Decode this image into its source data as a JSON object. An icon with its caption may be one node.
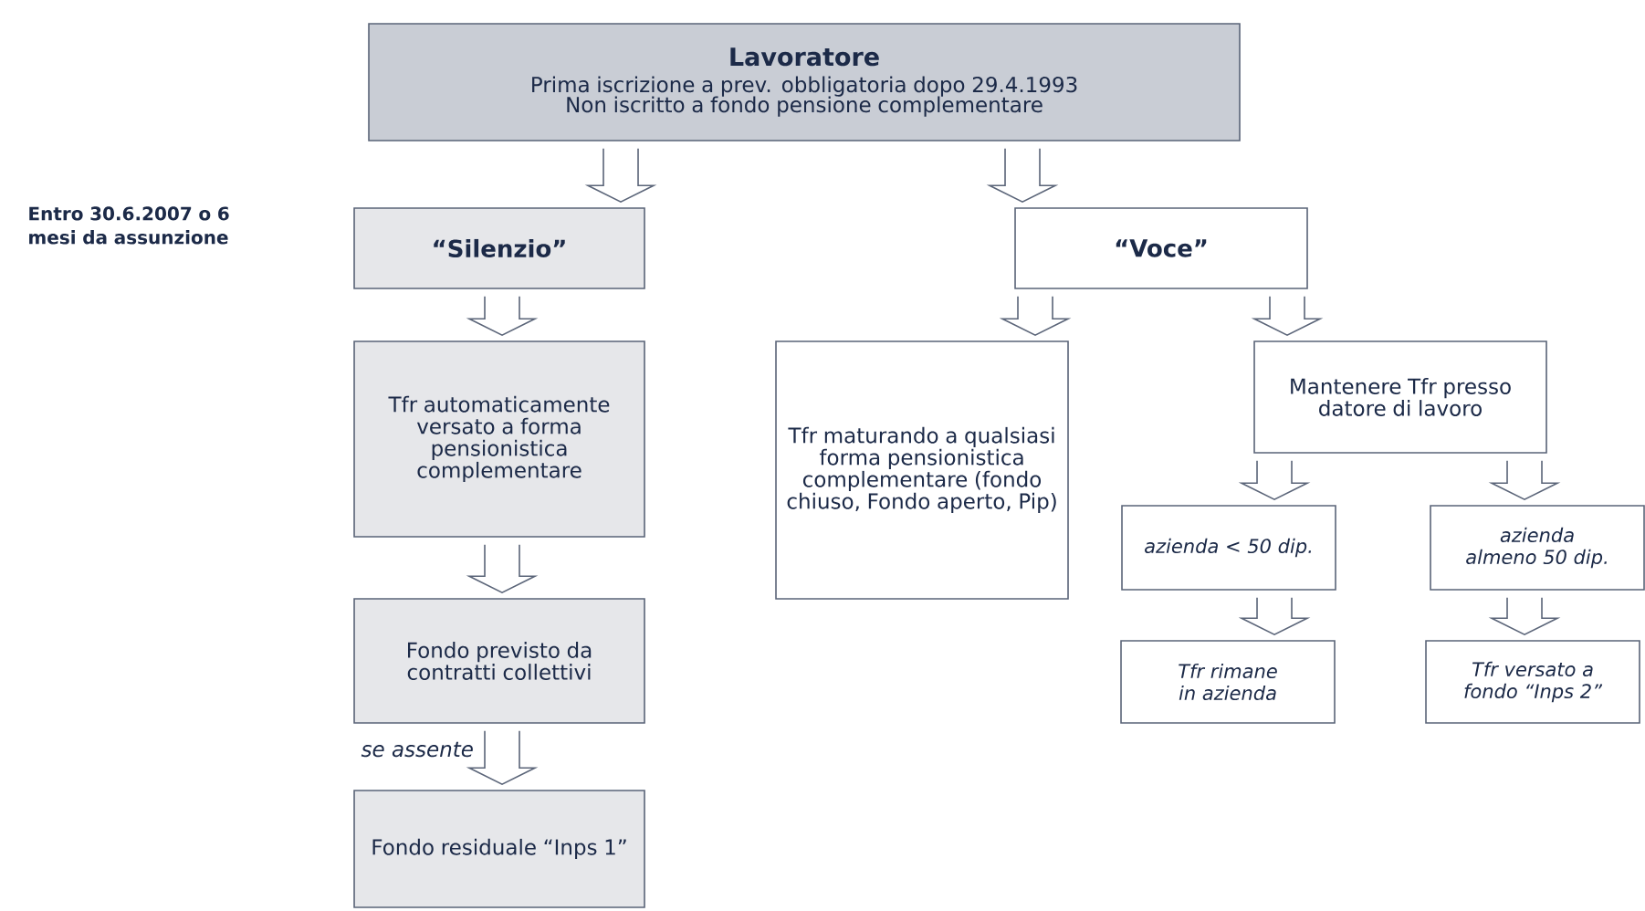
{
  "diagram": {
    "nodes": [
      {
        "text": [
          "Lavoratore",
          "Prima iscrizione a prev. obbligatoria dopo 29.4.1993",
          "Non iscritto a fondo pensione complementare"
        ]
      },
      {
        "text": [
          "“Silenzio”"
        ]
      },
      {
        "text": [
          "“Voce”"
        ]
      },
      {
        "text": [
          "Tfr automaticamente versato a forma pensionistica complementare"
        ]
      },
      {
        "text": [
          "Tfr maturando a qualsiasi forma pensionistica complementare (fondo chiuso, Fondo aperto, Pip)"
        ]
      },
      {
        "text": [
          "Mantenere Tfr presso datore di lavoro"
        ]
      },
      {
        "text": [
          "azienda < 50 dip."
        ]
      },
      {
        "text": [
          "azienda almeno 50 dip."
        ]
      },
      {
        "text": [
          "Tfr rimane in azienda"
        ]
      },
      {
        "text": [
          "Tfr versato a fondo “Inps 2”"
        ]
      },
      {
        "text": [
          "Fondo previsto da contratti collettivi"
        ]
      },
      {
        "text": [
          "Fondo residuale “Inps 1”"
        ]
      }
    ],
    "edges": [
      {
        "from": 0,
        "to": 1,
        "arrow": "to"
      },
      {
        "from": 0,
        "to": 2,
        "arrow": "to"
      },
      {
        "from": 1,
        "to": 3,
        "arrow": "to"
      },
      {
        "from": 2,
        "to": 4,
        "arrow": "to"
      },
      {
        "from": 2,
        "to": 5,
        "arrow": "to"
      },
      {
        "from": 3,
        "to": 10,
        "arrow": "to"
      },
      {
        "from": 10,
        "to": 11,
        "label": "se assente",
        "arrow": "to"
      },
      {
        "from": 5,
        "to": 6,
        "arrow": "to"
      },
      {
        "from": 5,
        "to": 7,
        "arrow": "to"
      },
      {
        "from": 6,
        "to": 8,
        "arrow": "to"
      },
      {
        "from": 7,
        "to": 9,
        "arrow": "to"
      }
    ],
    "labels": [
      "Entro 30.6.2007 o 6 mesi da assunzione"
    ]
  }
}
